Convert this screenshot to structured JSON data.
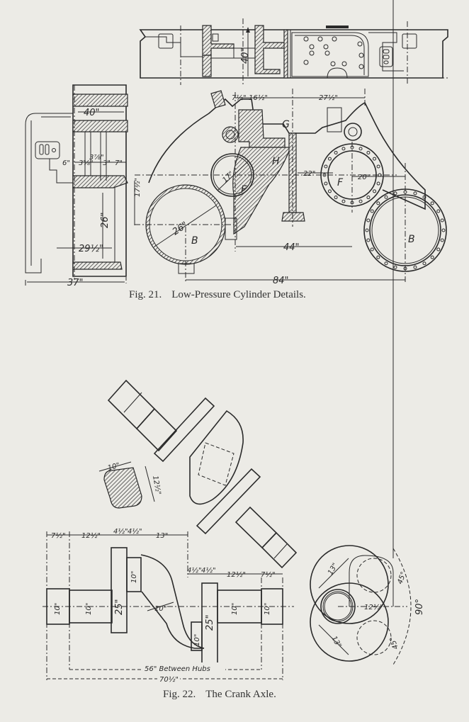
{
  "colors": {
    "paper": "#ecebe6",
    "ink": "#2a2a2a"
  },
  "fig21": {
    "number": "Fig. 21.",
    "title": "Low-Pressure Cylinder Details.",
    "top_view": {
      "dim_height": "40\""
    },
    "side_view": {
      "dim_top": "40\"",
      "dim_6": "6\"",
      "dim_3_5_8": "3⅝\"",
      "dim_3_7_8": "3⅞\"",
      "dim_3": "3\"",
      "dim_7": "7\"",
      "dim_26": "26\"",
      "dim_29_half": "29½\"",
      "dim_37": "37\"",
      "dim_17_half": "17½\""
    },
    "end_view": {
      "dim_7_half": "7½\"",
      "dim_16_half": "16½\"",
      "dim_27_half": "27½\"",
      "dim_17": "17\"",
      "dim_26": "26\"",
      "dim_22": "22\"",
      "dim_20": "20\"",
      "dim_44": "44\"",
      "dim_84": "84\"",
      "labels": {
        "G": "G",
        "H": "H",
        "F_left": "F",
        "F_right": "F",
        "B_left": "B",
        "B_right": "B"
      }
    }
  },
  "fig22": {
    "number": "Fig. 22.",
    "title": "The Crank Axle.",
    "section": {
      "width": "10\"",
      "height": "12½\""
    },
    "elevation": {
      "dim_7_half_l": "7½\"",
      "dim_12_half_l": "12½\"",
      "dim_4_half_a": "4½\"",
      "dim_4_half_b": "4½\"",
      "dim_13": "13\"",
      "dim_4_half_c": "4½\"",
      "dim_4_half_d": "4½\"",
      "dim_12_half_r": "12½\"",
      "dim_7_half_r": "7½\"",
      "dia_journal_l": "10\"",
      "dia_wheelseat_l": "10\"",
      "dia_hub_l": "25\"",
      "dia_pin_l": "10\"",
      "dia_web": "10\"",
      "dia_pin_r": "10\"",
      "dia_hub_r": "25\"",
      "dia_wheelseat_r": "10\"",
      "dia_journal_r": "10\"",
      "between_hubs": "56\" Between Hubs",
      "overall": "70½\""
    },
    "end_view": {
      "throw_upper": "13\"",
      "throw_lower": "13\"",
      "offset": "12½\"",
      "angle_upper": "45°",
      "angle_lower": "45°",
      "angle_total": "90°"
    }
  }
}
